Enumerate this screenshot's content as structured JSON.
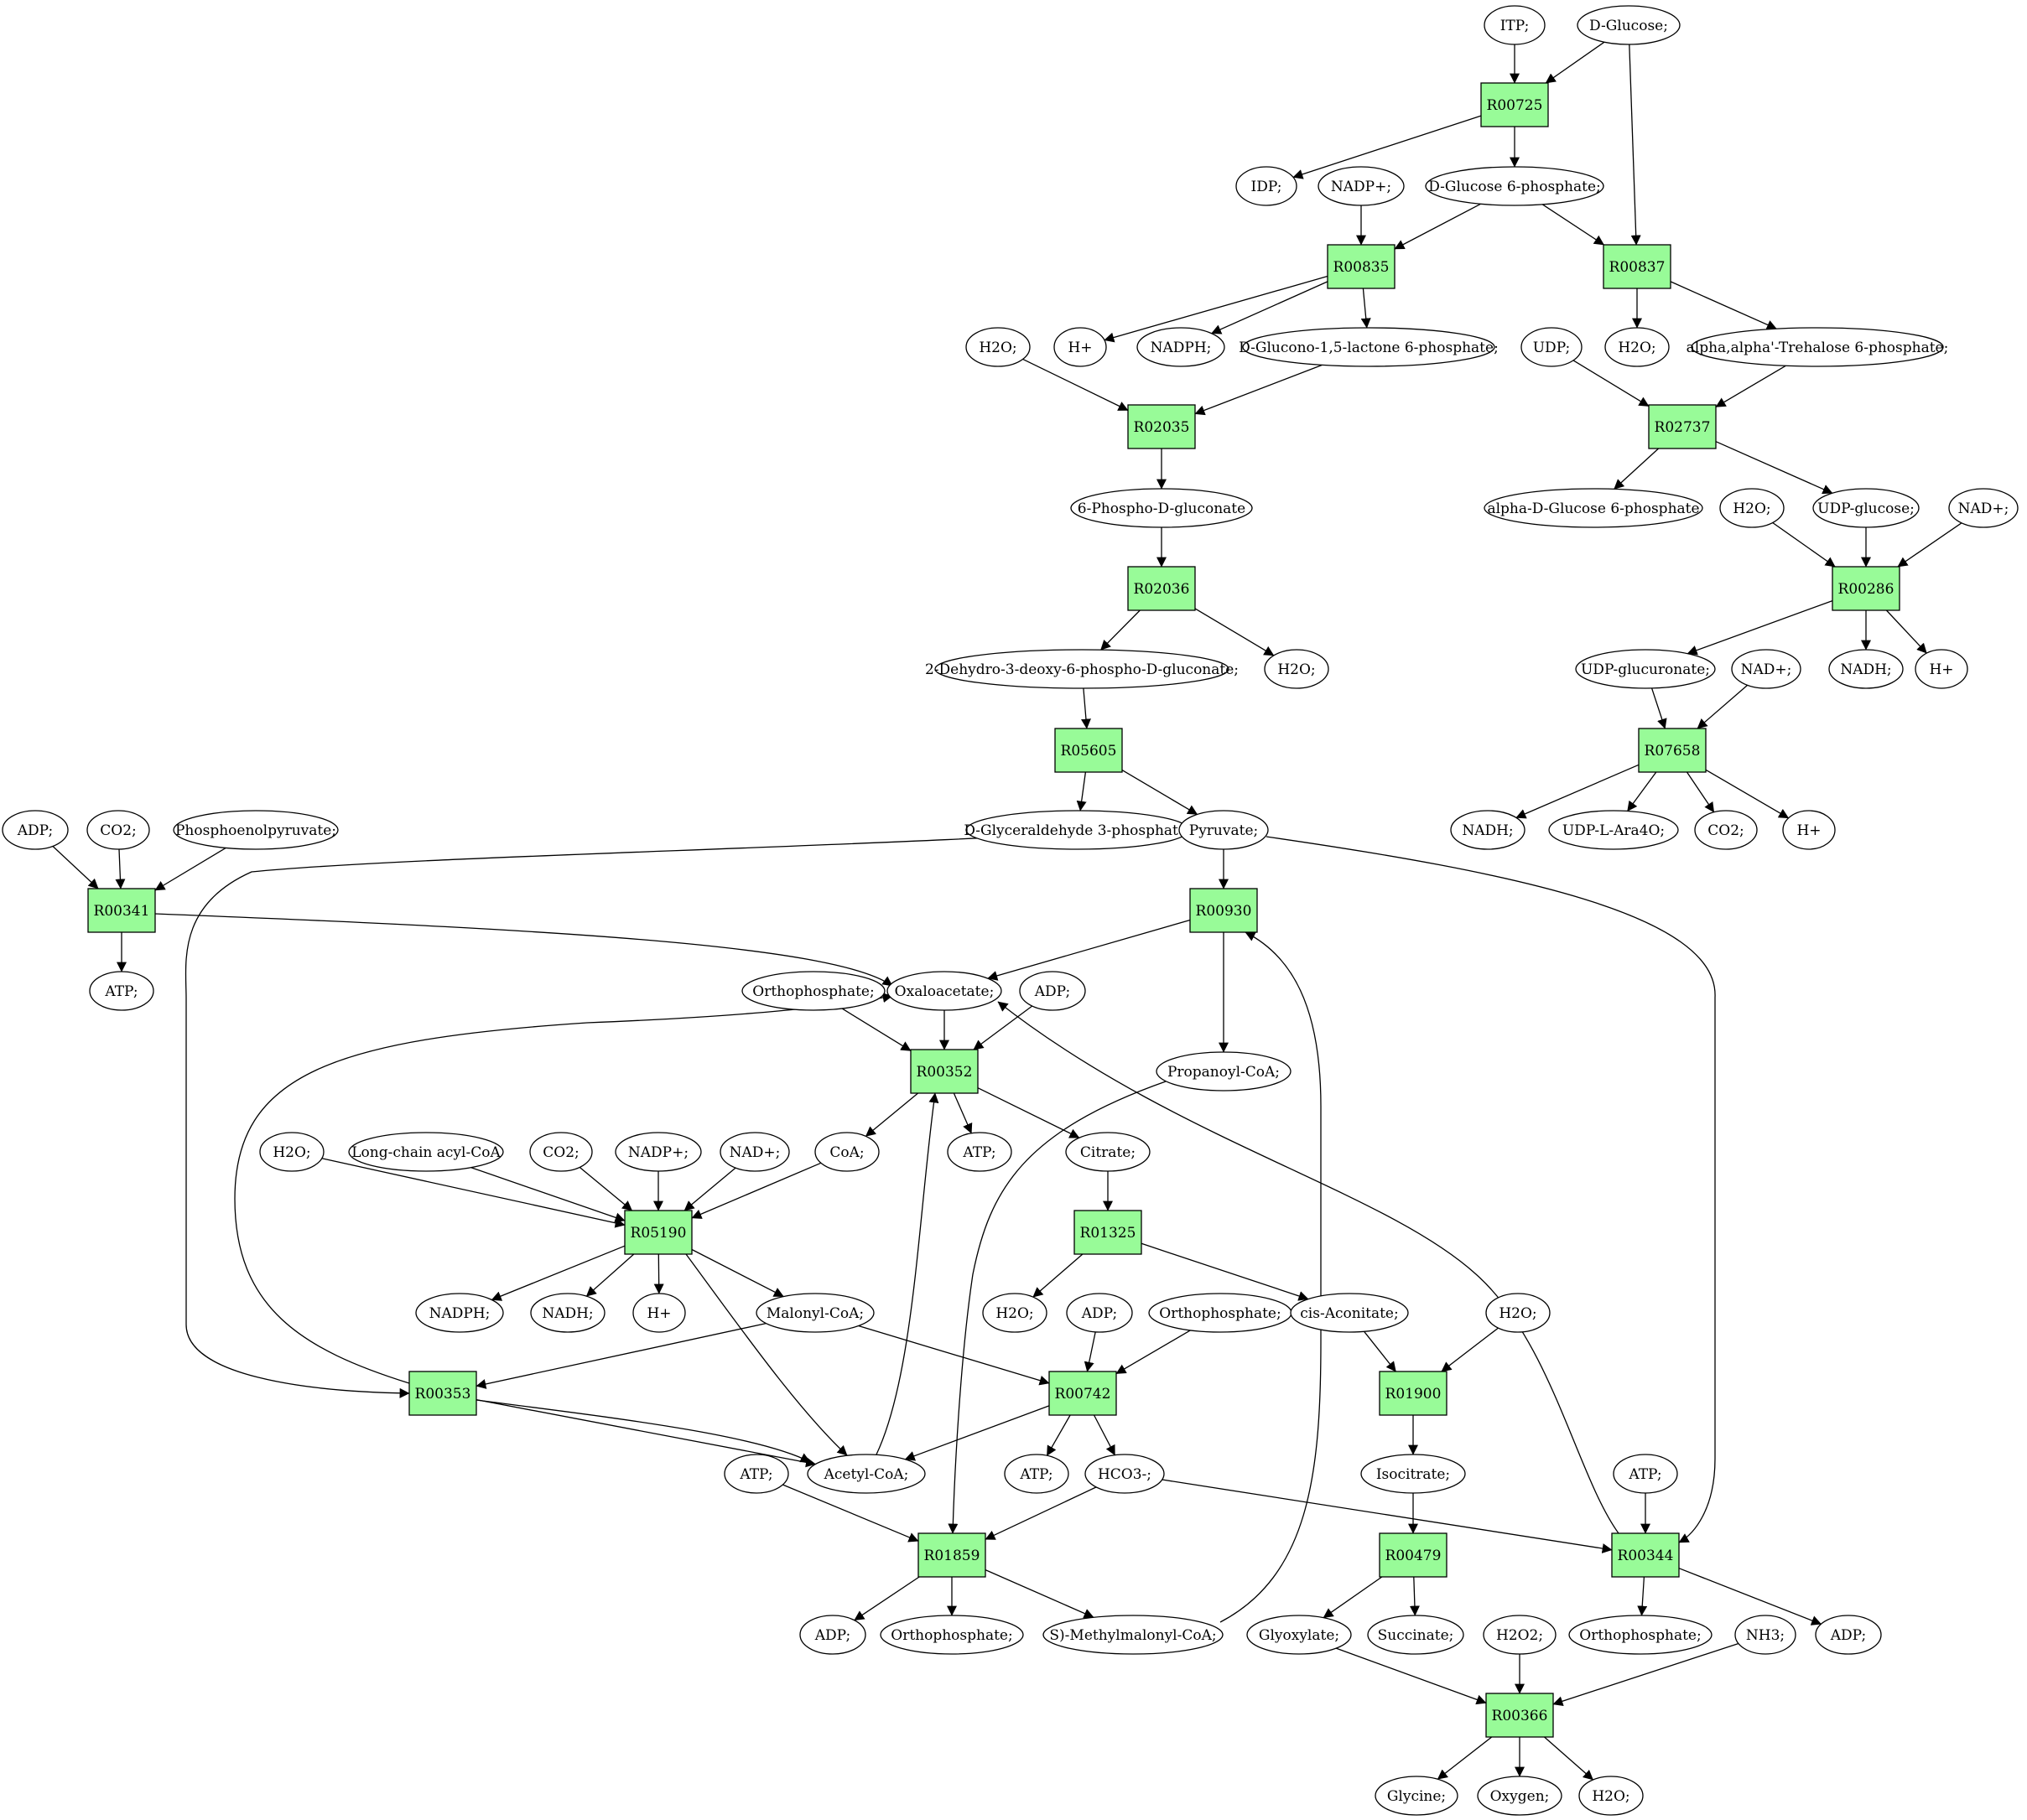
{
  "colors": {
    "reaction_fill": "#98fb98",
    "source_fill": "#00ee00",
    "target_fill": "#ffff00",
    "node_fill": "#ffffff",
    "line": "#000000"
  },
  "nodes": {
    "itp": "ITP;",
    "dglucose": "D-Glucose;",
    "r00725": "R00725",
    "idp": "IDP;",
    "nadp1": "NADP+;",
    "g6p": "D-Glucose 6-phosphate;",
    "r00835": "R00835",
    "r00837": "R00837",
    "h2o_1": "H2O;",
    "hplus1": "H+",
    "nadph1": "NADPH;",
    "glucono": "D-Glucono-1,5-lactone 6-phosphate;",
    "udp": "UDP;",
    "h2o_2": "H2O;",
    "trehalose6p": "alpha,alpha'-Trehalose 6-phosphate;",
    "r02035": "R02035",
    "r02737": "R02737",
    "phosphogluconate": "6-Phospho-D-gluconate",
    "ag6p": "alpha-D-Glucose 6-phosphate",
    "h2o_3": "H2O;",
    "udpglucose": "UDP-glucose;",
    "nad1": "NAD+;",
    "r02036": "R02036",
    "r00286": "R00286",
    "kdpg": "2-Dehydro-3-deoxy-6-phospho-D-gluconate;",
    "h2o_4": "H2O;",
    "udpglucuronate": "UDP-glucuronate;",
    "nad2": "NAD+;",
    "nadh1": "NADH;",
    "hplus2": "H+",
    "r05605": "R05605",
    "r07658": "R07658",
    "adp1": "ADP;",
    "co2_1": "CO2;",
    "pep": "Phosphoenolpyruvate;",
    "gap": "D-Glyceraldehyde 3-phosphate;",
    "pyruvate": "Pyruvate;",
    "nadh2": "NADH;",
    "udpara": "UDP-L-Ara4O;",
    "co2_2": "CO2;",
    "hplus3": "H+",
    "r00341": "R00341",
    "r00930": "R00930",
    "atp1": "ATP;",
    "ortho1": "Orthophosphate;",
    "oxaloacetate": "Oxaloacetate;",
    "adp2": "ADP;",
    "r00352": "R00352",
    "propanoyl": "Propanoyl-CoA;",
    "h2o_5": "H2O;",
    "lcacyl": "Long-chain acyl-CoA",
    "co2_3": "CO2;",
    "nadp2": "NADP+;",
    "nad3": "NAD+;",
    "coa": "CoA;",
    "atp2": "ATP;",
    "citrate": "Citrate;",
    "r05190": "R05190",
    "r01325": "R01325",
    "nadph2": "NADPH;",
    "nadh3": "NADH;",
    "hplus4": "H+",
    "malonyl": "Malonyl-CoA;",
    "h2o_6": "H2O;",
    "adp3": "ADP;",
    "ortho2": "Orthophosphate;",
    "cisaconitate": "cis-Aconitate;",
    "h2o_7": "H2O;",
    "r00353": "R00353",
    "r00742": "R00742",
    "r01900": "R01900",
    "atp3": "ATP;",
    "acetylcoa": "Acetyl-CoA;",
    "atp4": "ATP;",
    "hco3": "HCO3-;",
    "isocitrate": "Isocitrate;",
    "atp5": "ATP;",
    "r01859": "R01859",
    "r00479": "R00479",
    "r00344": "R00344",
    "adp4": "ADP;",
    "ortho3": "Orthophosphate;",
    "methylmalonyl": "S)-Methylmalonyl-CoA;",
    "glyoxylate": "Glyoxylate;",
    "succinate": "Succinate;",
    "h2o2": "H2O2;",
    "ortho4": "Orthophosphate;",
    "nh3": "NH3;",
    "adp5": "ADP;",
    "r00366": "R00366",
    "glycine": "Glycine;",
    "oxygen": "Oxygen;",
    "h2o_8": "H2O;"
  }
}
